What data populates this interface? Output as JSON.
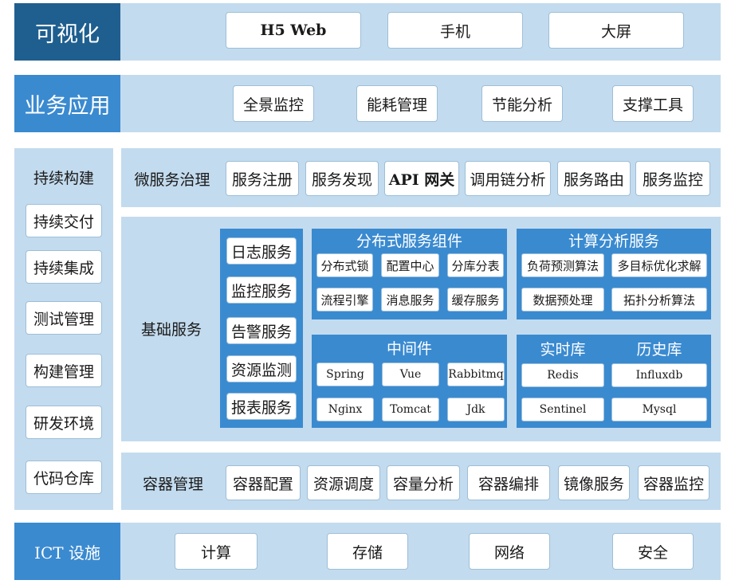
{
  "visualization": {
    "title": "可视化",
    "items": [
      "H5 Web",
      "手机",
      "大屏"
    ]
  },
  "business": {
    "title": "业务应用",
    "items": [
      "全景监控",
      "能耗管理",
      "节能分析",
      "支撑工具"
    ]
  },
  "cicd": {
    "title": "持续构建",
    "items": [
      "持续交付",
      "持续集成",
      "测试管理",
      "构建管理",
      "研发环境",
      "代码仓库"
    ]
  },
  "microservice": {
    "title": "微服务治理",
    "items": [
      "服务注册",
      "服务发现",
      "API 网关",
      "调用链分析",
      "服务路由",
      "服务监控"
    ]
  },
  "base": {
    "title": "基础服务",
    "services": [
      "日志服务",
      "监控服务",
      "告警服务",
      "资源监测",
      "报表服务"
    ],
    "distributed": {
      "title": "分布式服务组件",
      "items": [
        "分布式锁",
        "配置中心",
        "分库分表",
        "流程引擎",
        "消息服务",
        "缓存服务"
      ]
    },
    "compute": {
      "title": "计算分析服务",
      "items": [
        "负荷预测算法",
        "多目标优化求解",
        "数据预处理",
        "拓扑分析算法"
      ]
    },
    "middleware": {
      "title": "中间件",
      "items": [
        "Spring",
        "Vue",
        "Rabbitmq",
        "Nginx",
        "Tomcat",
        "Jdk"
      ]
    },
    "realtime": {
      "title": "实时库",
      "items": [
        "Redis",
        "Sentinel"
      ]
    },
    "history": {
      "title": "历史库",
      "items": [
        "Influxdb",
        "Mysql"
      ]
    }
  },
  "container": {
    "title": "容器管理",
    "items": [
      "容器配置",
      "资源调度",
      "容量分析",
      "容器编排",
      "镜像服务",
      "容器监控"
    ]
  },
  "ict": {
    "title": "ICT 设施",
    "items": [
      "计算",
      "存储",
      "网络",
      "安全"
    ]
  },
  "colors": {
    "band": "#c3dbee",
    "dark_blue": "#1f5f8f",
    "bright_blue": "#3a8ad0",
    "box_border": "#9dbfd9"
  }
}
